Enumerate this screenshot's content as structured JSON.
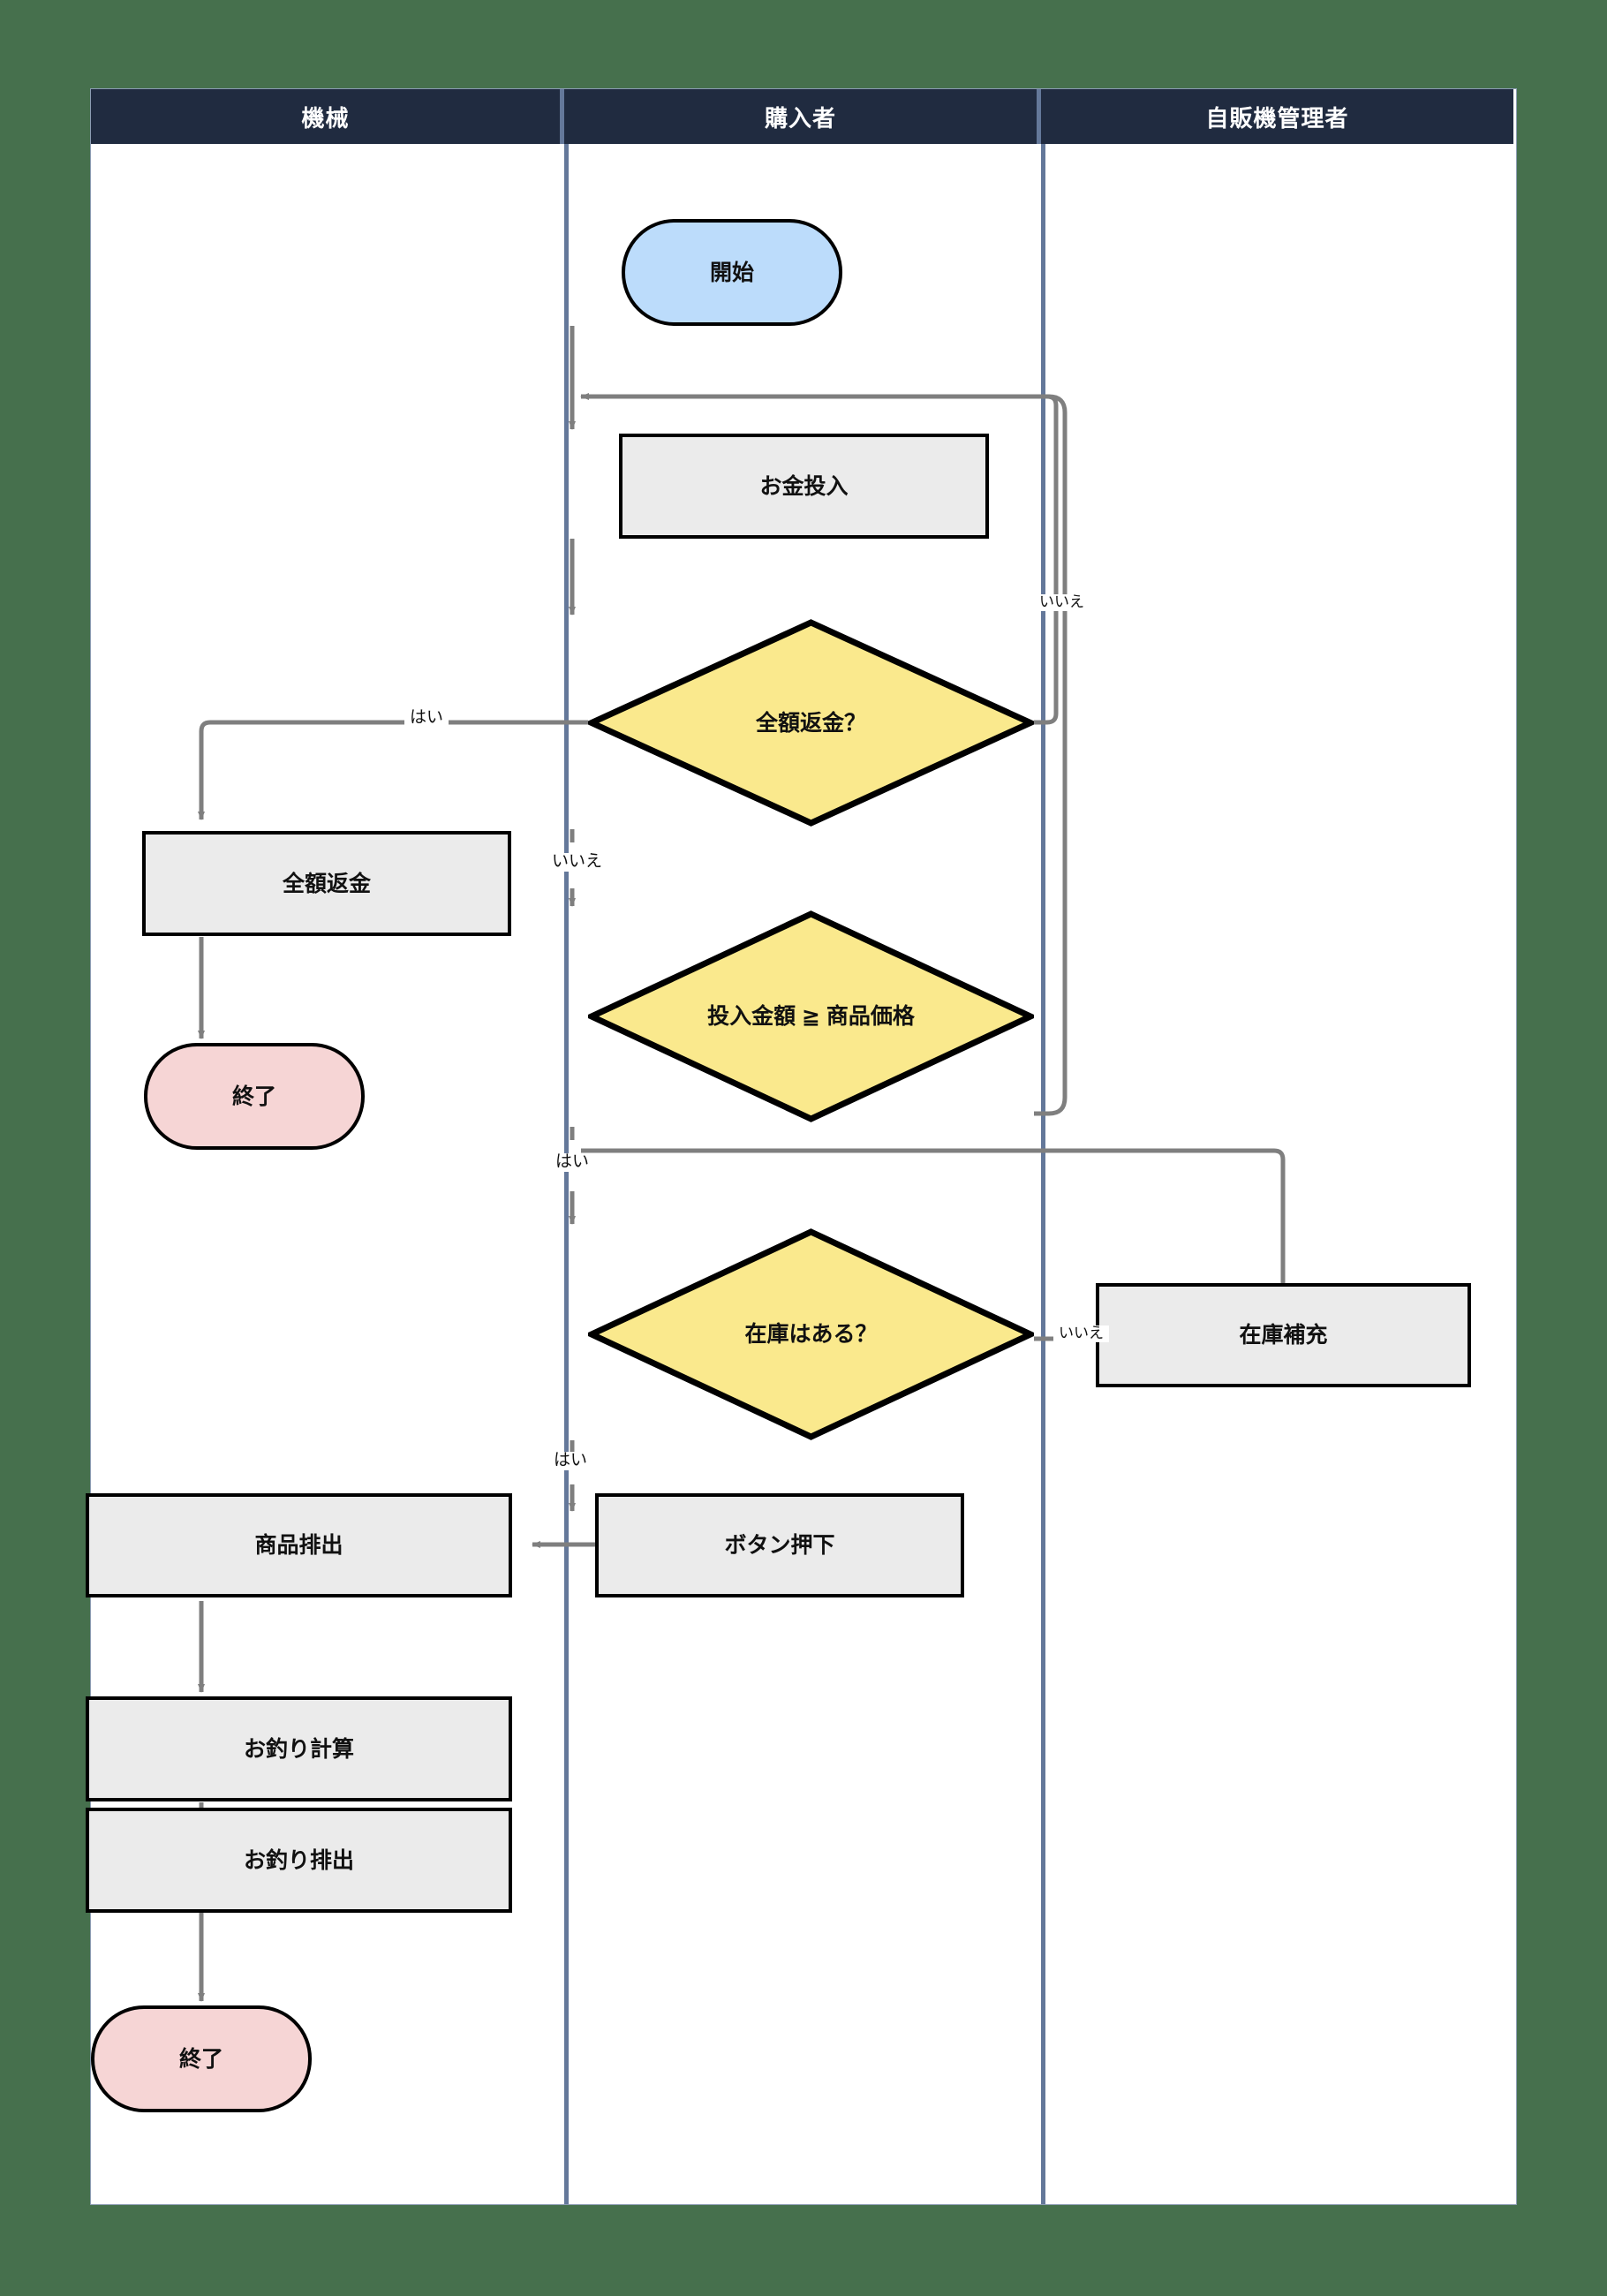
{
  "diagram": {
    "type": "swimlane-flowchart",
    "background_color": "#46704d",
    "canvas_color": "#ffffff",
    "lane_header_color": "#202b40",
    "lane_divider_color": "#64789a",
    "lanes": [
      {
        "id": "machine",
        "label": "機械"
      },
      {
        "id": "buyer",
        "label": "購入者"
      },
      {
        "id": "operator",
        "label": "自販機管理者"
      }
    ],
    "node_styles": {
      "start_fill": "#bcdcfb",
      "end_fill": "#f6d5d5",
      "process_fill": "#ebebeb",
      "decision_fill": "#fae98d",
      "border": "#000000",
      "connector": "#7f7f7f"
    },
    "nodes": [
      {
        "id": "start",
        "lane": "buyer",
        "shape": "terminator",
        "label": "開始"
      },
      {
        "id": "insert",
        "lane": "buyer",
        "shape": "process",
        "label": "お金投入"
      },
      {
        "id": "refund_q",
        "lane": "buyer",
        "shape": "decision",
        "label": "全額返金？"
      },
      {
        "id": "refund_all",
        "lane": "machine",
        "shape": "process",
        "label": "全額返金"
      },
      {
        "id": "end_refund",
        "lane": "machine",
        "shape": "terminator",
        "label": "終了"
      },
      {
        "id": "amount_q",
        "lane": "buyer",
        "shape": "decision",
        "label": "投入金額 ≧ 商品価格"
      },
      {
        "id": "stock_q",
        "lane": "buyer",
        "shape": "decision",
        "label": "在庫はある？"
      },
      {
        "id": "restock",
        "lane": "operator",
        "shape": "process",
        "label": "在庫補充"
      },
      {
        "id": "press",
        "lane": "buyer",
        "shape": "process",
        "label": "ボタン押下"
      },
      {
        "id": "dispense",
        "lane": "machine",
        "shape": "process",
        "label": "商品排出"
      },
      {
        "id": "calc_change",
        "lane": "machine",
        "shape": "process",
        "label": "お釣り計算"
      },
      {
        "id": "give_change",
        "lane": "machine",
        "shape": "process",
        "label": "お釣り排出"
      },
      {
        "id": "end_normal",
        "lane": "machine",
        "shape": "terminator",
        "label": "終了"
      }
    ],
    "edges": [
      {
        "from": "start",
        "to": "insert",
        "label": ""
      },
      {
        "from": "insert",
        "to": "refund_q",
        "label": ""
      },
      {
        "from": "refund_q",
        "to": "refund_all",
        "label": "はい"
      },
      {
        "from": "refund_q",
        "to": "insert",
        "label": "いいえ"
      },
      {
        "from": "refund_q",
        "to": "amount_q",
        "label": "いいえ"
      },
      {
        "from": "refund_all",
        "to": "end_refund",
        "label": ""
      },
      {
        "from": "amount_q",
        "to": "insert",
        "label": ""
      },
      {
        "from": "amount_q",
        "to": "stock_q",
        "label": "はい"
      },
      {
        "from": "stock_q",
        "to": "restock",
        "label": "いいえ"
      },
      {
        "from": "restock",
        "to": "stock_q",
        "label": ""
      },
      {
        "from": "stock_q",
        "to": "press",
        "label": "はい"
      },
      {
        "from": "press",
        "to": "dispense",
        "label": ""
      },
      {
        "from": "dispense",
        "to": "calc_change",
        "label": ""
      },
      {
        "from": "calc_change",
        "to": "give_change",
        "label": ""
      },
      {
        "from": "give_change",
        "to": "end_normal",
        "label": ""
      }
    ],
    "edge_labels": {
      "refund_yes": "はい",
      "refund_no_right": "いいえ",
      "refund_no_down": "いいえ",
      "amount_yes": "はい",
      "stock_no": "いいえ",
      "stock_yes": "はい"
    }
  }
}
